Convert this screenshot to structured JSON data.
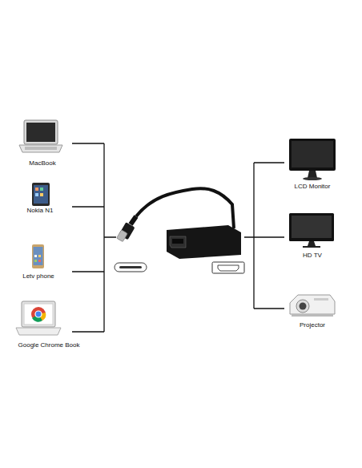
{
  "diagram": {
    "labels": [
      "MacBook",
      "Nokia N1",
      "Letv phone",
      "Google Chrome Book",
      "LCD Monitor",
      "HD TV",
      "Projector"
    ]
  }
}
